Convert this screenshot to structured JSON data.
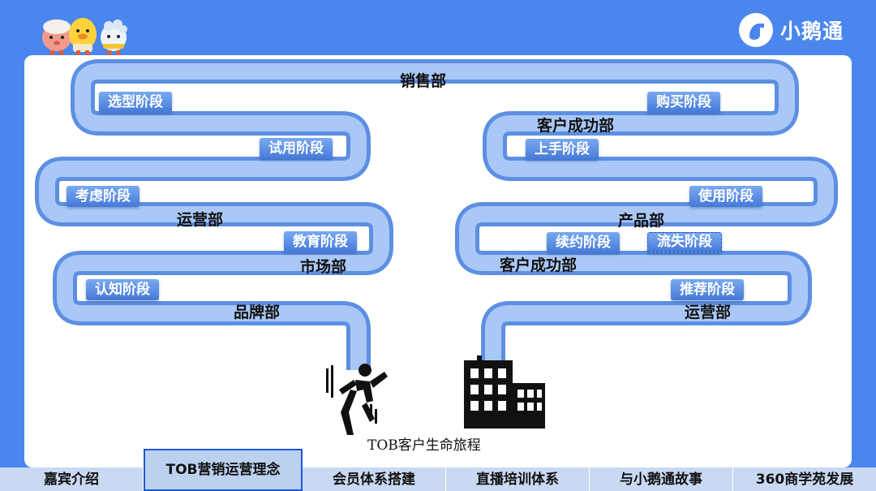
{
  "brand": {
    "name": "小鹅通",
    "color": "#4a86ee"
  },
  "journey": {
    "caption": "TOB客户生命旅程",
    "stages": {
      "select": "选型阶段",
      "trial": "试用阶段",
      "consider": "考虑阶段",
      "educate": "教育阶段",
      "aware": "认知阶段",
      "purchase": "购买阶段",
      "onboard": "上手阶段",
      "use": "使用阶段",
      "renew": "续约阶段",
      "churn": "流失阶段",
      "recommend": "推荐阶段"
    },
    "departments": {
      "sales": "销售部",
      "operations_left": "运营部",
      "marketing": "市场部",
      "brand": "品牌部",
      "success_top": "客户成功部",
      "product": "产品部",
      "success_mid": "客户成功部",
      "operations_right": "运营部"
    }
  },
  "tabs": [
    {
      "label": "嘉宾介绍"
    },
    {
      "label": "TOB营销运营理念",
      "active": true
    },
    {
      "label": "会员体系搭建"
    },
    {
      "label": "直播培训体系"
    },
    {
      "label": "与小鹅通故事"
    },
    {
      "label": "360商学苑发展"
    }
  ]
}
